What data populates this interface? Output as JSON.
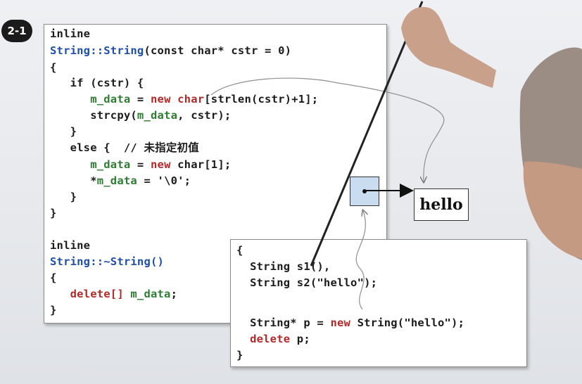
{
  "badge": "2-1",
  "code_main": [
    "inline",
    "String::String(const char* cstr = 0)",
    "{",
    "   if (cstr) {",
    "      m_data = new char[strlen(cstr)+1];",
    "      strcpy(m_data, cstr);",
    "   }",
    "   else {  // 未指定初值",
    "      m_data = new char[1];",
    "      *m_data = '\\0';",
    "   }",
    "}",
    "",
    "inline",
    "String::~String()",
    "{",
    "   delete[] m_data;",
    "}"
  ],
  "code_usage": [
    "{",
    "  String s1(),",
    "  String s2(\"hello\");",
    "",
    "  String* p = new String(\"hello\");",
    "  delete p;",
    "}"
  ],
  "diagram": {
    "heap_label": "hello"
  },
  "colors": {
    "keyword_blue": "#1f4fa8",
    "member_green": "#2e7d32",
    "operator_red": "#b02a2a"
  }
}
